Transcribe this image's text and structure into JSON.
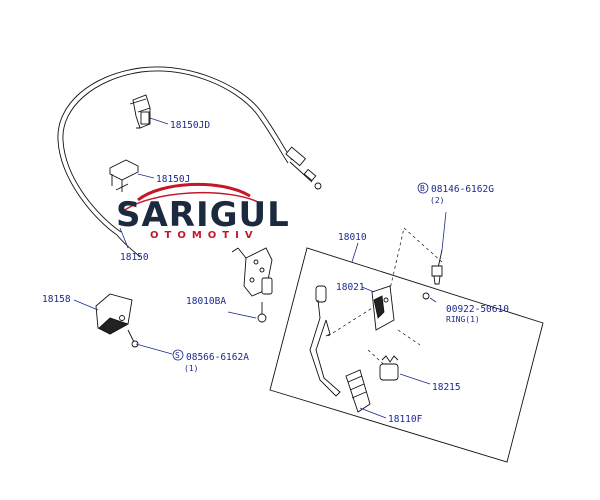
{
  "watermark": {
    "brand": "SARIGUL",
    "tagline": "OTOMOTIV",
    "colors": {
      "brand_text": "#1b2a3e",
      "accent": "#c4182a"
    }
  },
  "parts": {
    "p18150JD": "18150JD",
    "p18150J": "18150J",
    "p18150": "18150",
    "p18158": "18158",
    "p18010": "18010",
    "p18021": "18021",
    "p18010BA": "18010BA",
    "p08146": "08146-6162G",
    "p08146_qty": "(2)",
    "p08146_prefix": "B",
    "p00922": "00922-50610",
    "p00922_sub": "RING(1)",
    "p08566": "08566-6162A",
    "p08566_qty": "(1)",
    "p08566_prefix": "S",
    "p18215": "18215",
    "p18110F": "18110F"
  },
  "colors": {
    "label": "#1a2a8c",
    "line": "#111111"
  }
}
